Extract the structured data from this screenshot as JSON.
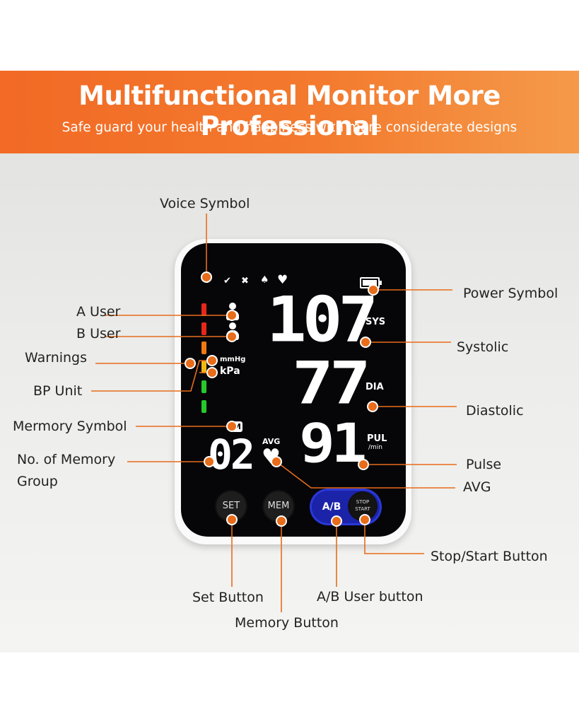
{
  "banner": {
    "title": "Multifunctional Monitor More Professional",
    "subtitle": "Safe guard your health and happiness with more considerate designs"
  },
  "labels": {
    "voice_symbol": "Voice Symbol",
    "power_symbol": "Power Symbol",
    "a_user": "A User",
    "b_user": "B User",
    "warnings": "Warnings",
    "bp_unit": "BP Unit",
    "systolic": "Systolic",
    "diastolic": "Diastolic",
    "memory_symbol": "Mermory Symbol",
    "memory_group_line1": "No. of Memory",
    "memory_group_line2": "Group",
    "pulse": "Pulse",
    "avg": "AVG",
    "stop_start_button": "Stop/Start Button",
    "set_button": "Set Button",
    "ab_user_button": "A/B User button",
    "memory_button": "Memory Button"
  },
  "display": {
    "systolic_value": "107",
    "diastolic_value": "77",
    "pulse_value": "91",
    "memory_group_value": "02",
    "sys_tag": "SYS",
    "dia_tag": "DIA",
    "pul_tag": "PUL",
    "pul_unit": "/min",
    "unit_mmhg": "mmHg",
    "unit_kpa": "kPa",
    "avg_tag": "AVG",
    "memory_tag": "M",
    "user_a_tag": "A",
    "user_b_tag": "B",
    "warning_colors": [
      "#e8271b",
      "#e8271b",
      "#f07a12",
      "#f0b812",
      "#27c92a",
      "#27c92a"
    ]
  },
  "buttons": {
    "set": "SET",
    "mem": "MEM",
    "ab": "A/B",
    "stop": "STOP",
    "start": "START"
  },
  "colors": {
    "accent": "#f26a25",
    "leader": "#e86c1a"
  }
}
